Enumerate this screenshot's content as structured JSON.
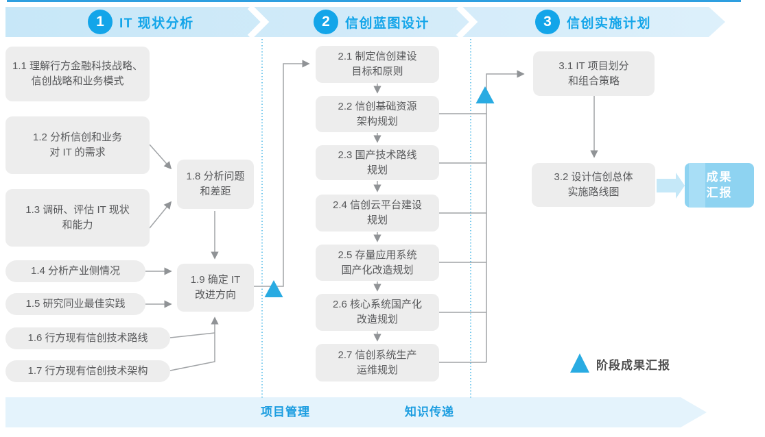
{
  "phases": [
    {
      "number": "1",
      "title": "IT 现状分析"
    },
    {
      "number": "2",
      "title": "信创蓝图设计"
    },
    {
      "number": "3",
      "title": "信创实施计划"
    }
  ],
  "steps": {
    "s11": "1.1 理解行方金融科技战略、\n信创战略和业务模式",
    "s12": "1.2 分析信创和业务\n对 IT 的需求",
    "s13": "1.3 调研、评估 IT 现状\n和能力",
    "s14": "1.4 分析产业侧情况",
    "s15": "1.5 研究同业最佳实践",
    "s16": "1.6 行方现有信创技术路线",
    "s17": "1.7 行方现有信创技术架构",
    "s18": "1.8 分析问题\n和差距",
    "s19": "1.9 确定 IT\n改进方向",
    "s21": "2.1 制定信创建设\n目标和原则",
    "s22": "2.2 信创基础资源\n架构规划",
    "s23": "2.3 国产技术路线\n规划",
    "s24": "2.4 信创云平台建设\n规划",
    "s25": "2.5 存量应用系统\n国产化改造规划",
    "s26": "2.6 核心系统国产化\n改造规划",
    "s27": "2.7 信创系统生产\n运维规划",
    "s31": "3.1 IT 项目划分\n和组合策略",
    "s32": "3.2 设计信创总体\n实施路线图"
  },
  "result_box_label": "成果\n汇报",
  "legend_label": "阶段成果汇报",
  "bottom_banner": {
    "left_label": "项目管理",
    "right_label": "知识传递"
  },
  "colors": {
    "accent_blue": "#13A5E9",
    "banner_light_blue": "#CDE9F8",
    "bottom_banner_blue": "#E4F3FC",
    "box_gray": "#EDEDED",
    "box_text_gray": "#58595B",
    "connector_gray": "#A0A3A6",
    "milestone_triangle_blue": "#29ABE2",
    "result_box_blue": "#8ED3F1"
  }
}
